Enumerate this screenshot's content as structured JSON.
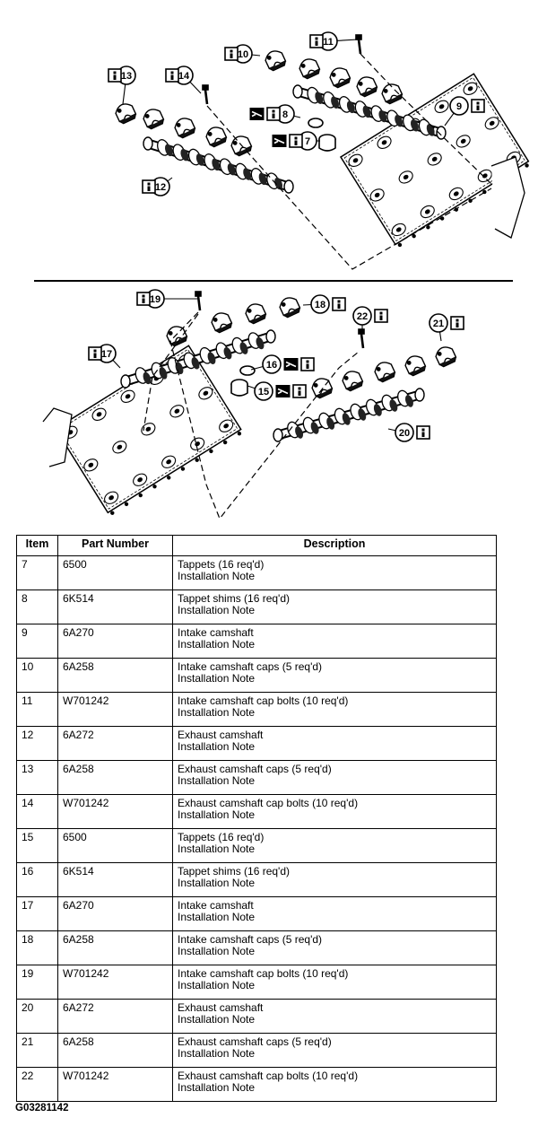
{
  "diagram": {
    "callouts": [
      {
        "num": "7",
        "icons": [
          "tool",
          "info"
        ]
      },
      {
        "num": "8",
        "icons": [
          "tool",
          "info"
        ]
      },
      {
        "num": "9",
        "icons": [
          "info"
        ]
      },
      {
        "num": "10",
        "icons": [
          "info"
        ]
      },
      {
        "num": "11",
        "icons": [
          "info"
        ]
      },
      {
        "num": "12",
        "icons": [
          "info"
        ]
      },
      {
        "num": "13",
        "icons": [
          "info"
        ]
      },
      {
        "num": "14",
        "icons": [
          "info"
        ]
      },
      {
        "num": "15",
        "icons": [
          "tool",
          "info"
        ]
      },
      {
        "num": "16",
        "icons": [
          "tool",
          "info"
        ]
      },
      {
        "num": "17",
        "icons": [
          "info"
        ]
      },
      {
        "num": "18",
        "icons": [
          "info"
        ]
      },
      {
        "num": "19",
        "icons": [
          "info"
        ]
      },
      {
        "num": "20",
        "icons": [
          "info"
        ]
      },
      {
        "num": "21",
        "icons": [
          "info"
        ]
      },
      {
        "num": "22",
        "icons": [
          "info"
        ]
      }
    ]
  },
  "table": {
    "headers": {
      "item": "Item",
      "part": "Part Number",
      "desc": "Description"
    },
    "rows": [
      {
        "item": "7",
        "part": "6500",
        "desc": "Tappets (16 req'd)",
        "note": "Installation Note"
      },
      {
        "item": "8",
        "part": "6K514",
        "desc": "Tappet shims (16 req'd)",
        "note": "Installation Note"
      },
      {
        "item": "9",
        "part": "6A270",
        "desc": "Intake camshaft",
        "note": "Installation Note"
      },
      {
        "item": "10",
        "part": "6A258",
        "desc": "Intake camshaft caps (5 req'd)",
        "note": "Installation Note"
      },
      {
        "item": "11",
        "part": "W701242",
        "desc": "Intake camshaft cap bolts (10 req'd)",
        "note": "Installation Note"
      },
      {
        "item": "12",
        "part": "6A272",
        "desc": "Exhaust camshaft",
        "note": "Installation Note"
      },
      {
        "item": "13",
        "part": "6A258",
        "desc": "Exhaust camshaft caps (5 req'd)",
        "note": "Installation Note"
      },
      {
        "item": "14",
        "part": "W701242",
        "desc": "Exhaust camshaft cap bolts (10 req'd)",
        "note": "Installation Note"
      },
      {
        "item": "15",
        "part": "6500",
        "desc": "Tappets (16 req'd)",
        "note": "Installation Note"
      },
      {
        "item": "16",
        "part": "6K514",
        "desc": "Tappet shims (16 req'd)",
        "note": "Installation Note"
      },
      {
        "item": "17",
        "part": "6A270",
        "desc": "Intake camshaft",
        "note": "Installation Note"
      },
      {
        "item": "18",
        "part": "6A258",
        "desc": "Intake camshaft caps (5 req'd)",
        "note": "Installation Note"
      },
      {
        "item": "19",
        "part": "W701242",
        "desc": "Intake camshaft cap bolts (10 req'd)",
        "note": "Installation Note"
      },
      {
        "item": "20",
        "part": "6A272",
        "desc": "Exhaust camshaft",
        "note": "Installation Note"
      },
      {
        "item": "21",
        "part": "6A258",
        "desc": "Exhaust camshaft caps (5 req'd)",
        "note": "Installation Note"
      },
      {
        "item": "22",
        "part": "W701242",
        "desc": "Exhaust camshaft cap bolts (10 req'd)",
        "note": "Installation Note"
      }
    ]
  },
  "footer": {
    "code": "G03281142"
  }
}
